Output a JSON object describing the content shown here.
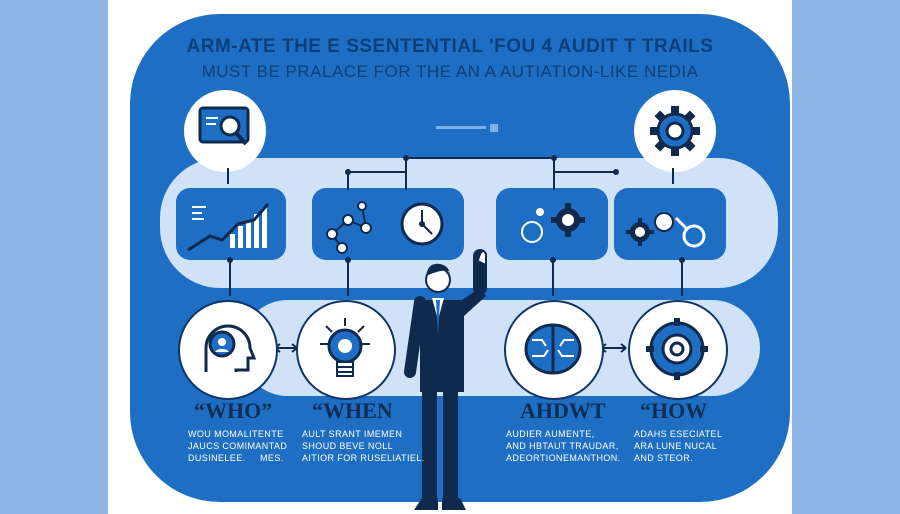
{
  "title": "ARM-ATE THE E SSENTENTIAL 'FOU 4 AUDIT T TRAILS",
  "subtitle": "MUST BE PRALACE FOR THE AN A AUTIATION-LIKE NEDIA",
  "colors": {
    "primary": "#1e6fc4",
    "light": "#cfe2f8",
    "dark": "#0f2a4d",
    "bg": "#8db6e6"
  },
  "icons": {
    "top_left": "magnifier-monitor-icon",
    "top_right": "gear-icon",
    "card1": "bar-chart-icon",
    "card2": "network-clock-icon",
    "card3": "gears-icon",
    "card4": "gears-magnifier-icon",
    "circle1": "person-head-icon",
    "circle2": "lightbulb-icon",
    "circle3": "brain-icon",
    "circle4": "gear-target-icon"
  },
  "columns": [
    {
      "label": "“WHO”",
      "desc": [
        "WOU MOMALITENTE",
        "JAUCS COMIMANTAD",
        "DUSINELEE.     MES."
      ]
    },
    {
      "label": "“WHEN",
      "desc": [
        "AULT SRANT IMEMEN",
        "SHOUD BEVE NOLL",
        "AITIOR FOR RUSELIATIEL."
      ]
    },
    {
      "label": "AHDWT",
      "desc": [
        "AUDIER AUMENTE,",
        "AND HBTAUT TRAUDAR,",
        "ADEORTIONEMANTHON."
      ]
    },
    {
      "label": "“HOW",
      "desc": [
        "ADAHS ESECIATEL",
        "ARA LUNE NUCAL",
        "AND STEOR."
      ]
    }
  ]
}
